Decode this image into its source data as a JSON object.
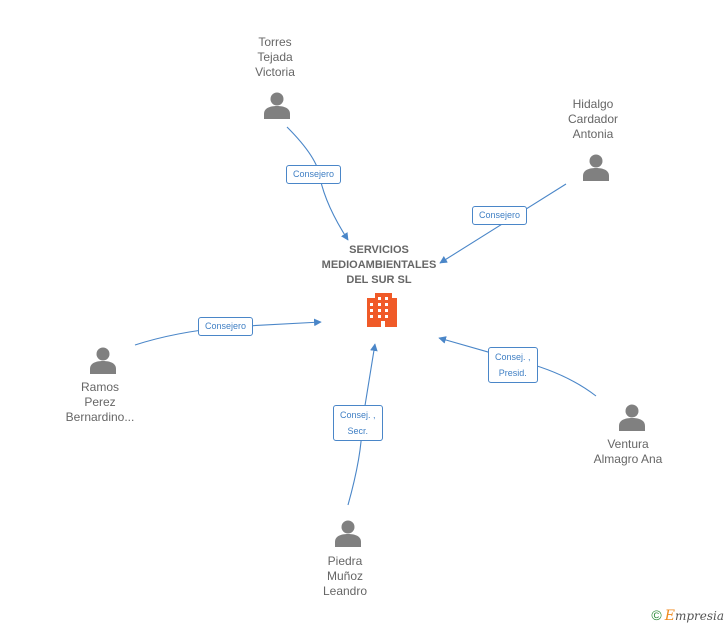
{
  "company": {
    "name_lines": [
      "SERVICIOS",
      "MEDIOAMBIENTALES",
      "DEL SUR SL"
    ],
    "icon": "building-icon",
    "icon_color": "#f05a28"
  },
  "people": [
    {
      "id": "torres",
      "name_lines": [
        "Torres",
        "Tejada",
        "Victoria"
      ],
      "role_lines": [
        "Consejero"
      ]
    },
    {
      "id": "hidalgo",
      "name_lines": [
        "Hidalgo",
        "Cardador",
        "Antonia"
      ],
      "role_lines": [
        "Consejero"
      ]
    },
    {
      "id": "ramos",
      "name_lines": [
        "Ramos",
        "Perez",
        "Bernardino..."
      ],
      "role_lines": [
        "Consejero"
      ]
    },
    {
      "id": "ventura",
      "name_lines": [
        "Ventura",
        "Almagro Ana"
      ],
      "role_lines": [
        "Consej. ,",
        "Presid."
      ]
    },
    {
      "id": "piedra",
      "name_lines": [
        "Piedra",
        "Muñoz",
        "Leandro"
      ],
      "role_lines": [
        "Consej. ,",
        "Secr."
      ]
    }
  ],
  "colors": {
    "edge": "#4a86c8",
    "person_icon": "#808080",
    "text": "#666666"
  },
  "footer": {
    "copyright": "©",
    "brand_initial": "E",
    "brand_rest": "mpresia"
  }
}
